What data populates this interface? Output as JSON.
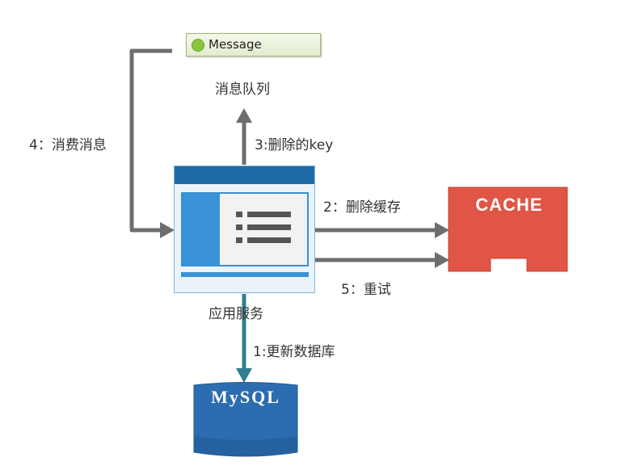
{
  "message_label": "Message",
  "queue_label": "消息队列",
  "app_label": "应用服务",
  "cache_label": "CACHE",
  "db_label": "MySQL",
  "steps": {
    "update_db": "1:更新数据库",
    "delete_cache": "2：删除缓存",
    "delete_key": "3:删除的key",
    "consume_msg": "4：消费消息",
    "retry": "5：重试"
  },
  "colors": {
    "arrow_gray": "#6d6d6d",
    "arrow_teal": "#2f7f8f",
    "cache_red": "#e05545",
    "db_blue": "#2c6cb0",
    "app_bar": "#1f6aa5",
    "app_accent": "#3a93d8",
    "message_dot": "#8cc43f"
  }
}
